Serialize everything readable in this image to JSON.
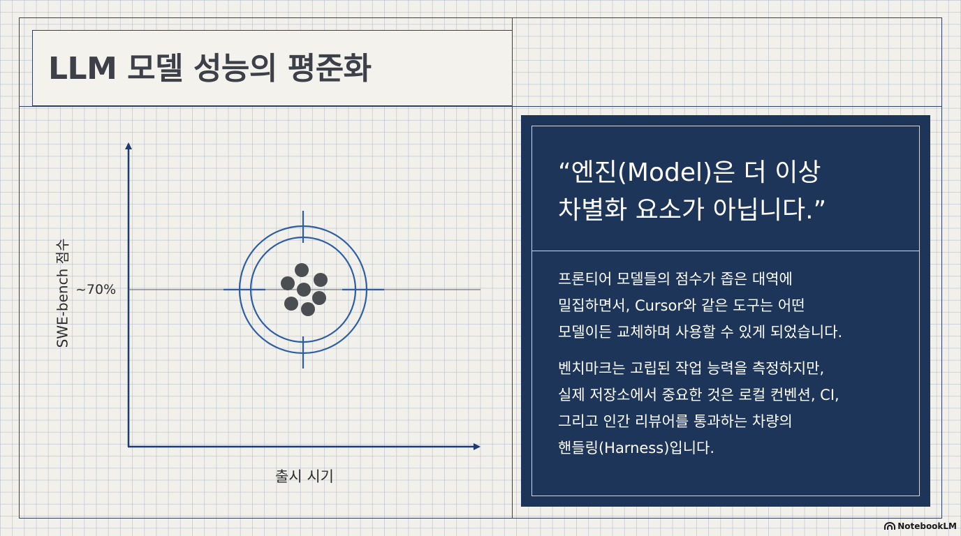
{
  "title": "LLM 모델 성능의 평준화",
  "diagram": {
    "y_axis_label": "SWE-bench 점수",
    "x_axis_label": "출시 시기",
    "level_label": "~70%",
    "cluster_point_count": 7
  },
  "quote": {
    "text": "“엔진(Model)은 더 이상\n차별화 요소가 아닙니다.”"
  },
  "body": {
    "paragraph_1": "프론티어 모델들의 점수가 좁은 대역에\n밀집하면서, Cursor와 같은 도구는 어떤\n모델이든 교체하며 사용할 수 있게 되었습니다.",
    "paragraph_2": "벤치마크는 고립된 작업 능력을 측정하지만,\n실제 저장소에서 중요한 것은 로컬 컨벤션, CI,\n그리고 인간 리뷰어를 통과하는 차량의\n핸들링(Harness)입니다."
  },
  "branding": {
    "name": "NotebookLM",
    "icon": "notebooklm-logo-icon"
  },
  "colors": {
    "background": "#f1f0ea",
    "grid": "#96a2be",
    "frame": "#2f3f62",
    "panel": "#1e355a",
    "axis": "#1f3a73",
    "target": "#2d5ea3",
    "dots": "#4a4d52",
    "title_text": "#3d4048"
  }
}
